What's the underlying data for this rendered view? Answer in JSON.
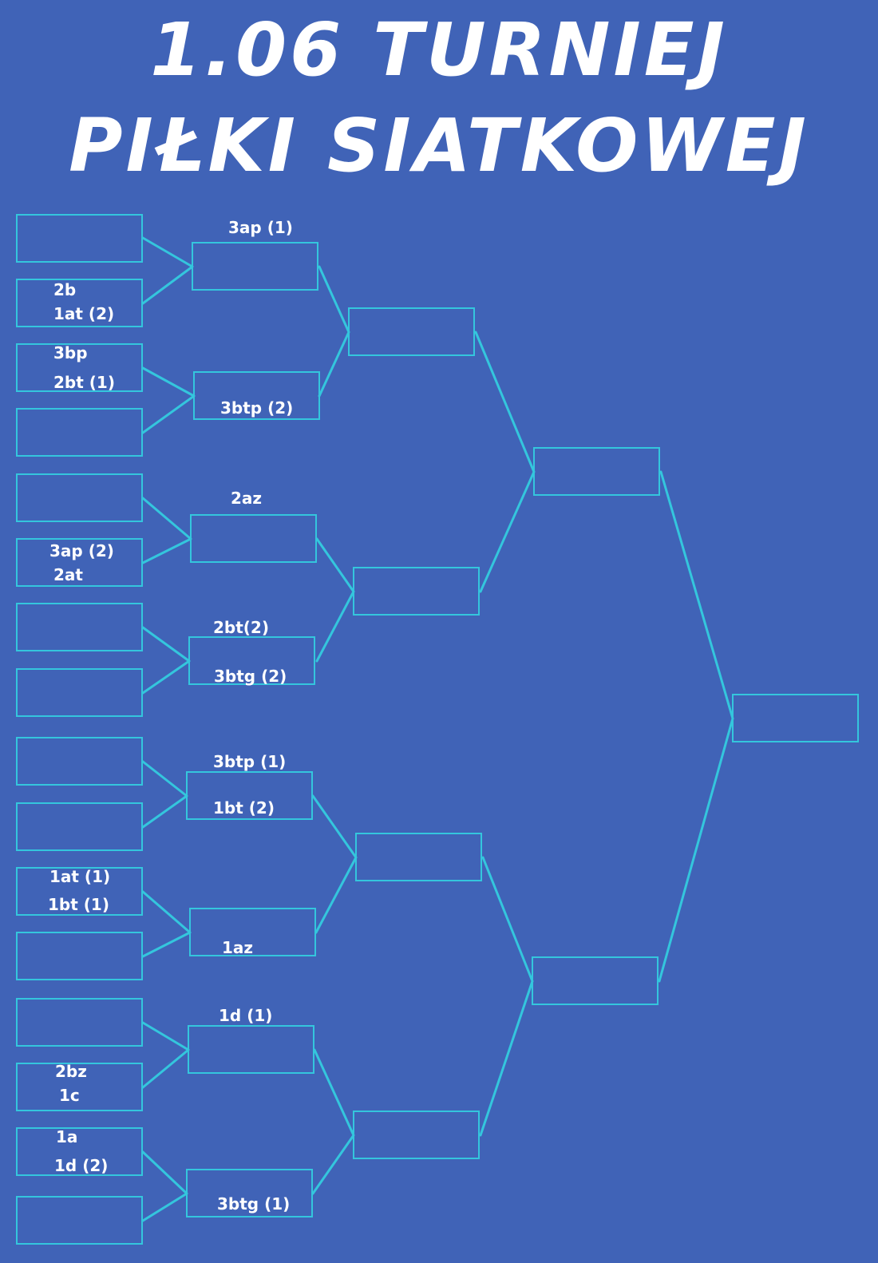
{
  "title": {
    "line1": "1.06 TURNIEJ",
    "line2": "PIŁKI SIATKOWEJ"
  },
  "colors": {
    "background": "#4063B7",
    "lines": "#34C6DD",
    "text": "#FFFFFF"
  },
  "labels": {
    "r1_2_a": "2b",
    "r1_2_b": "1at (2)",
    "r1_3_a": "3bp",
    "r1_3_b": "2bt (1)",
    "r1_6_a": "3ap (2)",
    "r1_6_b": "2at",
    "r1_10_a": "1at (1)",
    "r1_10_b": "1bt (1)",
    "r1_14_a": "2bz",
    "r1_14_b": "1c",
    "r1_15_a": "1a",
    "r1_15_b": "1d (2)",
    "r2_1_top": "3ap (1)",
    "r2_2_bottom": "3btp (2)",
    "r2_3_top": "2az",
    "r2_4_top": "2bt(2)",
    "r2_4_bottom": "3btg (2)",
    "r2_5_top": "3btp (1)",
    "r2_5_bottom": "1bt (2)",
    "r2_6_bottom": "1az",
    "r2_7_top": "1d (1)",
    "r2_8_bottom": "3btg (1)"
  }
}
